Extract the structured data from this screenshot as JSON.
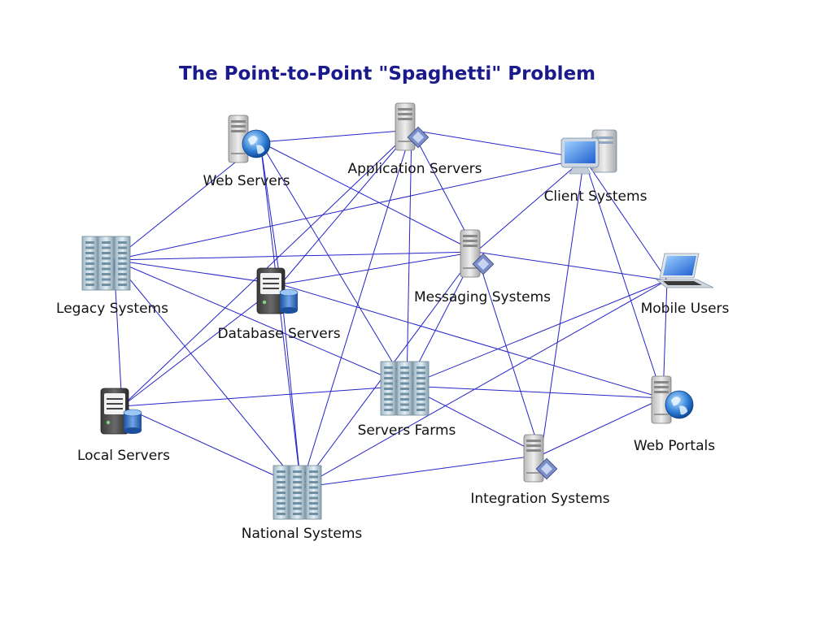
{
  "title": "The Point-to-Point \"Spaghetti\" Problem",
  "colors": {
    "link": "#2424c8",
    "title": "#1a1a8c",
    "label": "#111111"
  },
  "nodes": [
    {
      "id": "web",
      "label": "Web Servers",
      "icon": "web-server-icon"
    },
    {
      "id": "app",
      "label": "Application Servers",
      "icon": "application-server-icon"
    },
    {
      "id": "client",
      "label": "Client Systems",
      "icon": "desktop-computer-icon"
    },
    {
      "id": "legacy",
      "label": "Legacy Systems",
      "icon": "server-rack-icon"
    },
    {
      "id": "db",
      "label": "Database Servers",
      "icon": "database-server-icon"
    },
    {
      "id": "msg",
      "label": "Messaging Systems",
      "icon": "messaging-server-icon"
    },
    {
      "id": "mobile",
      "label": "Mobile Users",
      "icon": "laptop-icon"
    },
    {
      "id": "local",
      "label": "Local Servers",
      "icon": "database-server-icon"
    },
    {
      "id": "farms",
      "label": "Servers Farms",
      "icon": "server-rack-icon"
    },
    {
      "id": "portals",
      "label": "Web Portals",
      "icon": "web-server-icon"
    },
    {
      "id": "integ",
      "label": "Integration Systems",
      "icon": "messaging-server-icon"
    },
    {
      "id": "national",
      "label": "National Systems",
      "icon": "server-rack-icon"
    }
  ],
  "links": [
    [
      "web",
      "app"
    ],
    [
      "web",
      "legacy"
    ],
    [
      "web",
      "db"
    ],
    [
      "web",
      "msg"
    ],
    [
      "web",
      "farms"
    ],
    [
      "web",
      "national"
    ],
    [
      "app",
      "client"
    ],
    [
      "app",
      "db"
    ],
    [
      "app",
      "msg"
    ],
    [
      "app",
      "farms"
    ],
    [
      "app",
      "national"
    ],
    [
      "app",
      "local"
    ],
    [
      "client",
      "legacy"
    ],
    [
      "client",
      "msg"
    ],
    [
      "client",
      "mobile"
    ],
    [
      "client",
      "portals"
    ],
    [
      "client",
      "integ"
    ],
    [
      "legacy",
      "db"
    ],
    [
      "legacy",
      "msg"
    ],
    [
      "legacy",
      "local"
    ],
    [
      "legacy",
      "farms"
    ],
    [
      "legacy",
      "national"
    ],
    [
      "db",
      "msg"
    ],
    [
      "db",
      "local"
    ],
    [
      "db",
      "national"
    ],
    [
      "db",
      "portals"
    ],
    [
      "msg",
      "mobile"
    ],
    [
      "msg",
      "farms"
    ],
    [
      "msg",
      "integ"
    ],
    [
      "msg",
      "national"
    ],
    [
      "mobile",
      "portals"
    ],
    [
      "mobile",
      "farms"
    ],
    [
      "mobile",
      "national"
    ],
    [
      "local",
      "farms"
    ],
    [
      "local",
      "national"
    ],
    [
      "farms",
      "portals"
    ],
    [
      "farms",
      "integ"
    ],
    [
      "portals",
      "integ"
    ],
    [
      "integ",
      "national"
    ]
  ]
}
